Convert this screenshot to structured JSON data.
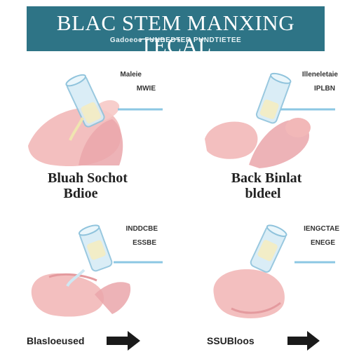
{
  "header": {
    "title": "BLAC STEM MANXING TECAL",
    "subtitle": "Gadoeoe FUNDEDTER PUNDTIETEE"
  },
  "panels": [
    {
      "small_line1": "Maleie",
      "small_line2": "MWIE",
      "big_line1": "Bluah Sochot",
      "big_line2": "Bdioe"
    },
    {
      "small_line1": "Illeneletaie",
      "small_line2": "IPLBN",
      "big_line1": "Back Binlat",
      "big_line2": "bldeel"
    },
    {
      "small_line1": "INDDCBE",
      "small_line2": "ESSBE",
      "bottom": "Blasloeused"
    },
    {
      "small_line1": "IENGCTAE",
      "small_line2": "ENEGE",
      "bottom": "SSUBloos"
    }
  ],
  "colors": {
    "banner": "#2e7486",
    "tissue": "#f2b8b8",
    "tissue_dark": "#e49a9e",
    "glass": "#d6ecf6",
    "glass_stroke": "#8fc3dc",
    "liquid": "#f4ecc2",
    "accent_line": "#8cc7e3",
    "arrow": "#1a1a1a"
  }
}
